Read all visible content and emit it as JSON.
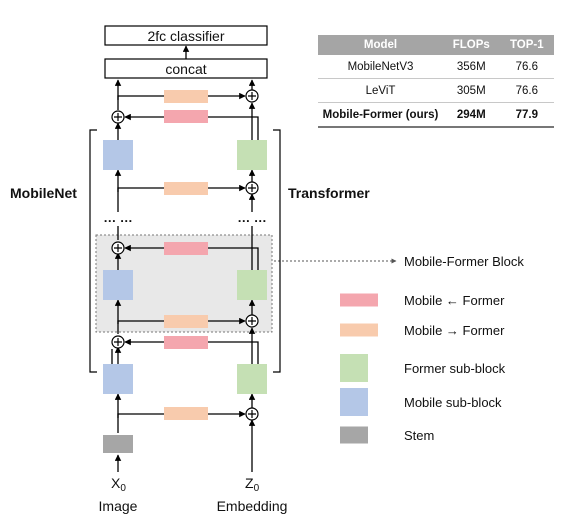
{
  "diagram": {
    "classifier_label": "2fc classifier",
    "concat_label": "concat",
    "left_branch_label": "MobileNet",
    "right_branch_label": "Transformer",
    "ellipsis": "… …",
    "block_label": "Mobile-Former Block",
    "left_input_symbol": "X",
    "left_input_sub": "0",
    "right_input_symbol": "Z",
    "right_input_sub": "0",
    "left_input_caption": "Image",
    "right_input_caption": "Embedding"
  },
  "colors": {
    "mobile_block": "#b4c7e7",
    "former_block": "#c5e0b4",
    "stem": "#a6a6a6",
    "mobile_from_former": "#f4a6ae",
    "mobile_to_former": "#f8cbad",
    "highlight": "#e8e8e8"
  },
  "legend": [
    {
      "key": "mobile_from_former",
      "label": "Mobile ← Former"
    },
    {
      "key": "mobile_to_former",
      "label": "Mobile → Former"
    },
    {
      "key": "former_block",
      "label": "Former sub-block"
    },
    {
      "key": "mobile_block",
      "label": "Mobile sub-block"
    },
    {
      "key": "stem",
      "label": "Stem"
    }
  ],
  "table": {
    "headers": [
      "Model",
      "FLOPs",
      "TOP-1"
    ],
    "rows": [
      [
        "MobileNetV3",
        "356M",
        "76.6"
      ],
      [
        "LeViT",
        "305M",
        "76.6"
      ],
      [
        "Mobile-Former (ours)",
        "294M",
        "77.9"
      ]
    ]
  }
}
